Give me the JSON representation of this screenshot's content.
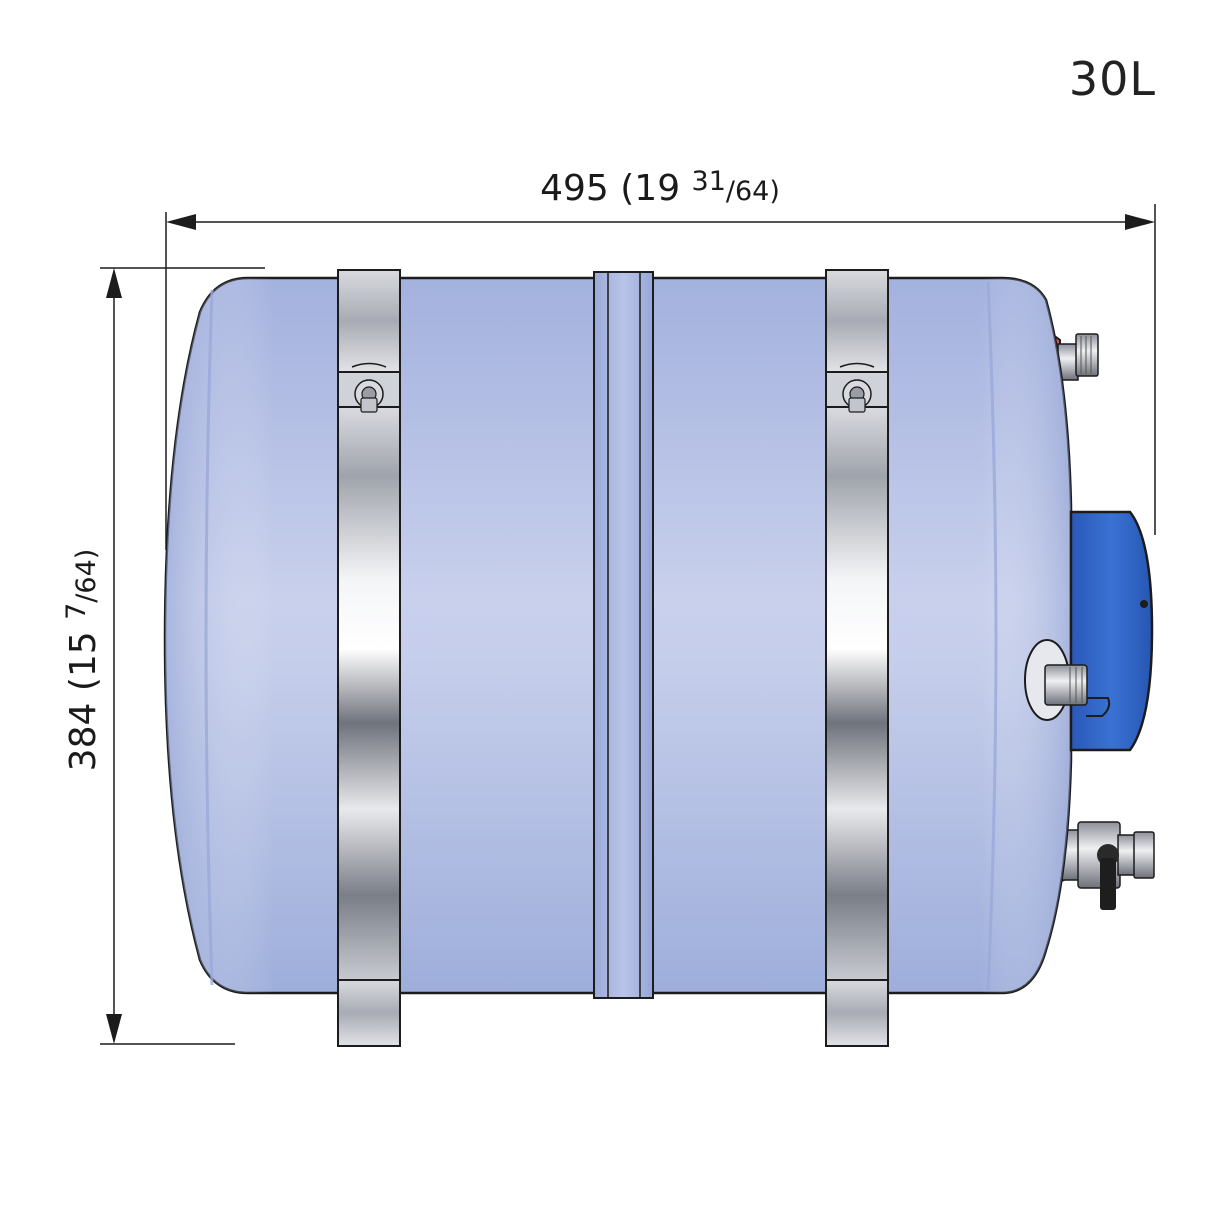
{
  "capacity_label": "30L",
  "dimensions": {
    "width": {
      "main": "495 (19 ",
      "frac_num": "31",
      "frac_rest": "/64)"
    },
    "height": {
      "main": "384 (15 ",
      "frac_num": "7",
      "frac_rest": "/64)"
    }
  },
  "colors": {
    "tank_body": "#a7b6df",
    "tank_highlight": "#c9d2ee",
    "strap_steel": "#b9bcc4",
    "hot_fitting": "#d9533d",
    "cold_fitting": "#3e6fc9",
    "heater_cover": "#2f64c8",
    "outline": "#1c1c1c"
  }
}
